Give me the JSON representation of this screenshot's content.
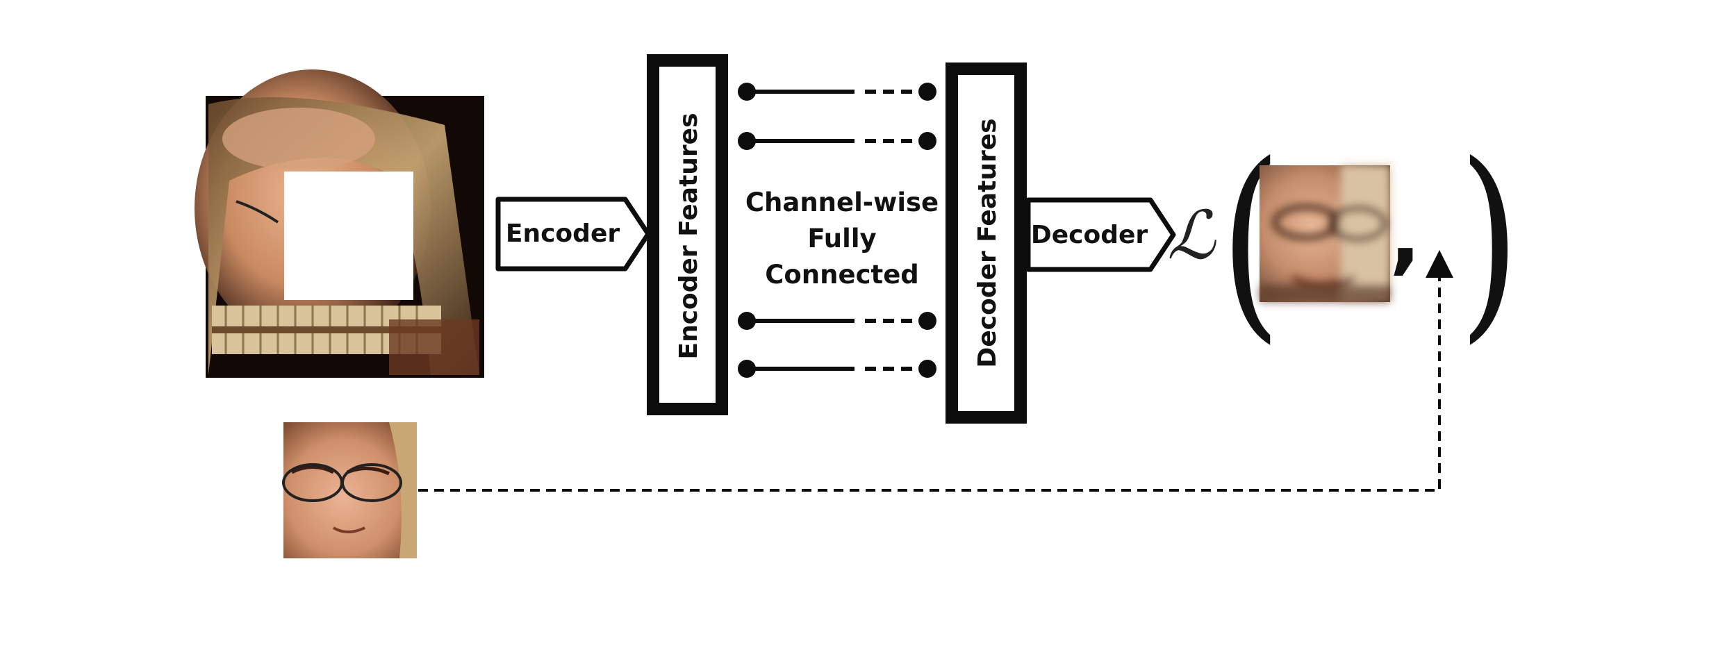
{
  "blocks": {
    "encoder_label": "Encoder",
    "decoder_label": "Decoder",
    "encoder_features_label": "Encoder Features",
    "decoder_features_label": "Decoder Features",
    "channel_fc_lines": [
      "Channel-wise",
      "Fully",
      "Connected"
    ]
  },
  "loss": {
    "symbol": "ℒ",
    "open_paren": "(",
    "close_paren": ")",
    "separator": ","
  },
  "images": {
    "masked_input": "face-with-center-mask",
    "ground_truth_patch": "face-center-patch",
    "reconstructed_patch": "blurry-face-center-patch"
  },
  "colors": {
    "stroke": "#0d0d0d",
    "mask": "#ffffff",
    "background": "#ffffff"
  }
}
